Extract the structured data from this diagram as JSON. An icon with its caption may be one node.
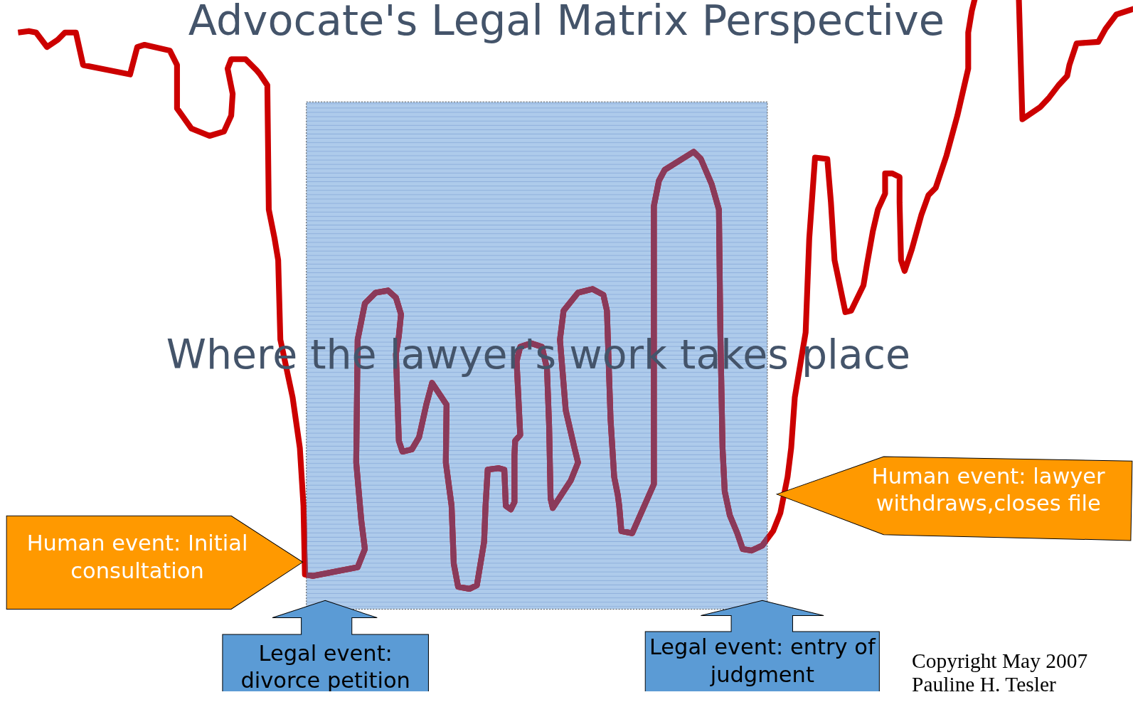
{
  "diagram": {
    "title": "Advocate's Legal Matrix Perspective",
    "nodes": [
      {
        "text": [
          "Human event: Initial consultation"
        ]
      },
      {
        "text": [
          "Human event: lawyer withdraws,closes file"
        ]
      },
      {
        "text": [
          "Legal event: divorce petition"
        ]
      },
      {
        "text": [
          "Legal event: entry of judgment"
        ]
      },
      {
        "text": [],
        "shape": "box"
      }
    ],
    "labels": [
      "Where the lawyer's work takes place",
      "Copyright May 2007 Pauline H. Tesler"
    ]
  }
}
